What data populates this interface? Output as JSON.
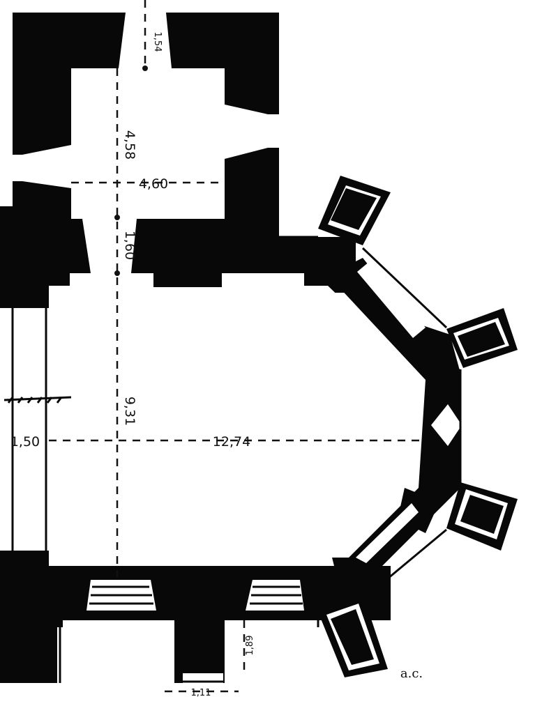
{
  "dimensions": {
    "tower_opening": "1,54",
    "tower_depth": "4,58",
    "tower_width": "4,60",
    "tower_passage": "1,60",
    "nave_width": "9,31",
    "wall_thickness": "1,50",
    "nave_length": "12,74",
    "chapel_depth": "1,89",
    "chapel_wall": "1,11"
  },
  "signature": "a.c."
}
